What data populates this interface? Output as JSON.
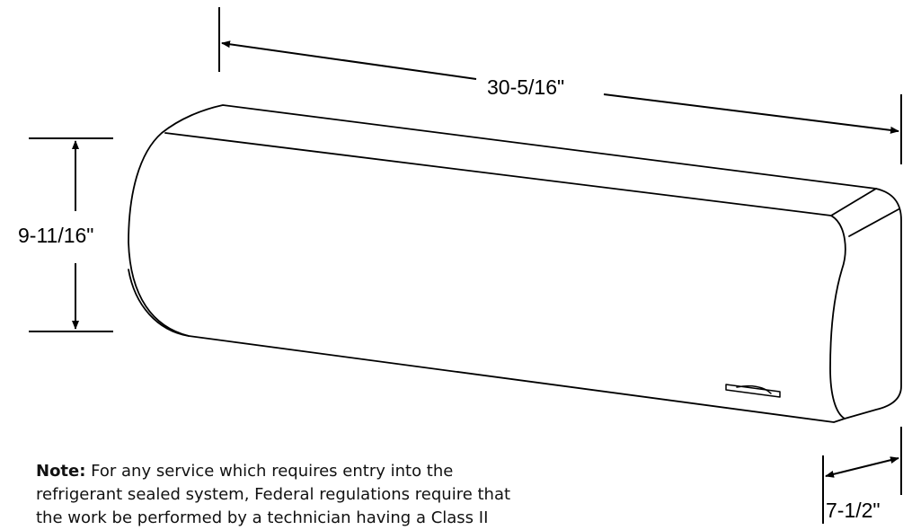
{
  "dimensions": {
    "width": "30-5/16\"",
    "height": "9-11/16\"",
    "depth": "7-1/2\""
  },
  "note": {
    "label": "Note:",
    "line1": " For any service which requires entry into the",
    "line2": "refrigerant sealed system, Federal regulations require that",
    "line3": "the work be performed by a technician having a Class II"
  },
  "colors": {
    "stroke": "#000000",
    "background": "#ffffff"
  }
}
